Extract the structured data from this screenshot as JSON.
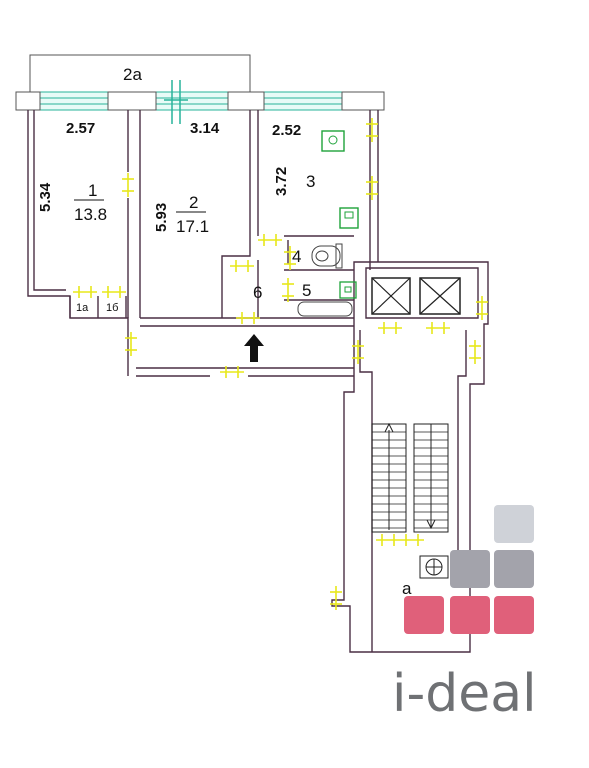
{
  "labels": {
    "balcony": "2a",
    "room1_width": "2.57",
    "room1_length": "5.34",
    "room1_number": "1",
    "room1_area": "13.8",
    "room2_width": "3.14",
    "room2_length": "5.93",
    "room2_number": "2",
    "room2_area": "17.1",
    "room3_width": "2.52",
    "room3_length": "3.72",
    "room3_number": "3",
    "room4_number": "4",
    "room5_number": "5",
    "room6_number": "6",
    "closet_1a": "1a",
    "closet_1b": "1б",
    "stair_area": "a"
  },
  "brand": {
    "name": "i-deal"
  },
  "colors": {
    "wall": "#4a2f44",
    "window": "#27b39a",
    "door_marker": "#e8e81a",
    "fixture": "#1ea33a",
    "logo_grey_light": "#cfd2d8",
    "logo_grey_dark": "#a3a3ab",
    "logo_pink": "#e0607a",
    "logo_text": "#6f7174"
  }
}
